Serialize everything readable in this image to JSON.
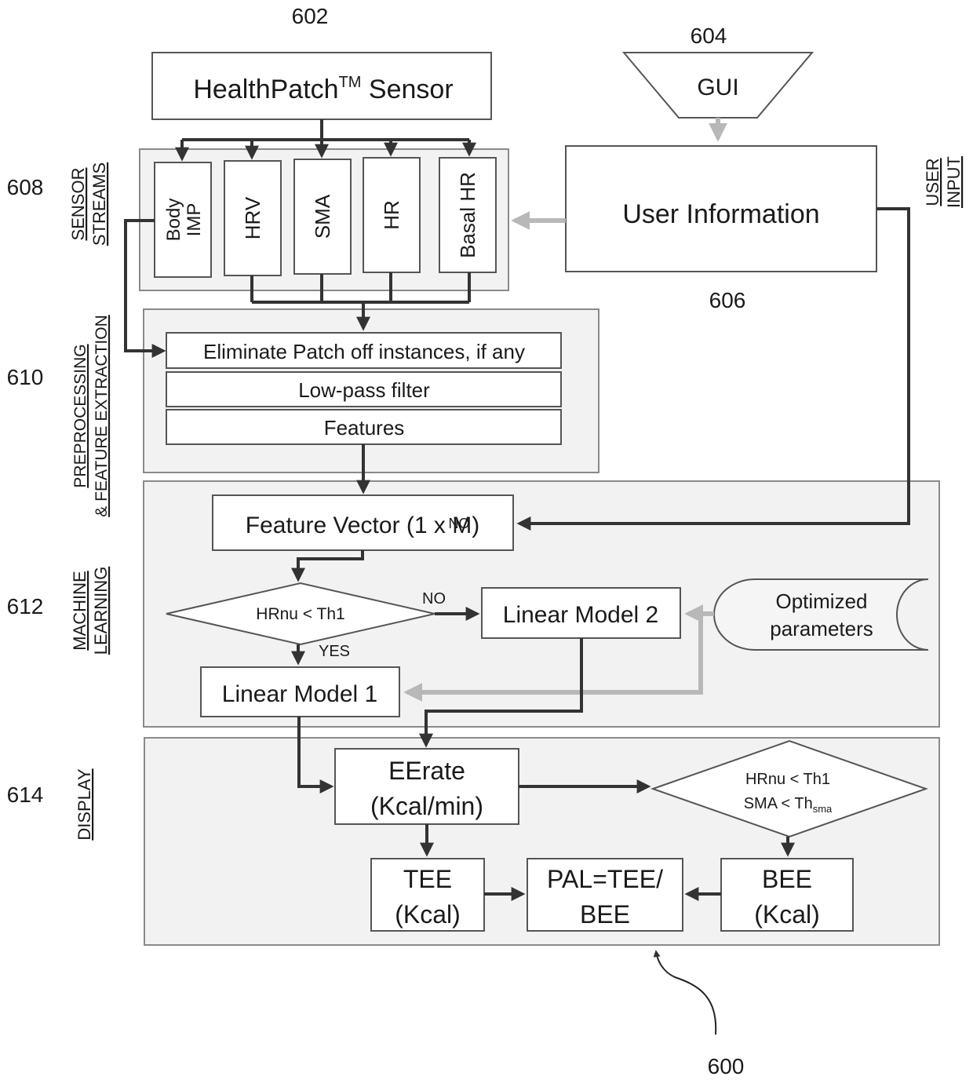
{
  "refs": {
    "r602": "602",
    "r604": "604",
    "r606": "606",
    "r608": "608",
    "r610": "610",
    "r612": "612",
    "r614": "614",
    "r600": "600"
  },
  "side_labels": {
    "sensor_streams": [
      "SENSOR",
      "STREAMS"
    ],
    "preprocessing": [
      "PREPROCESSING",
      "& FEATURE EXTRACTION"
    ],
    "machine_learning": [
      "MACHINE",
      "LEARNING"
    ],
    "display": "DISPLAY",
    "user_input": [
      "USER",
      "INPUT"
    ]
  },
  "sensor": {
    "name": "HealthPatch",
    "tm": "TM",
    "suffix": "Sensor"
  },
  "gui": "GUI",
  "user_info": "User Information",
  "streams": [
    "Body",
    "IMP",
    "HRV",
    "SMA",
    "HR",
    "Basal HR"
  ],
  "preprocess_steps": [
    "Eliminate Patch off instances, if any",
    "Low-pass filter",
    "Features"
  ],
  "feature_vector": "Feature Vector (1 x M)",
  "feature_vector_overlay": "NO",
  "decision1": "HRnu < Th1",
  "no_label": "NO",
  "yes_label": "YES",
  "linear_model_2": "Linear Model 2",
  "linear_model_1": "Linear Model 1",
  "optimized": [
    "Optimized",
    "parameters"
  ],
  "eerate": [
    "EErate",
    "(Kcal/min)"
  ],
  "decision2": {
    "line1": "HRnu < Th1",
    "line2": "SMA < Th",
    "sub": "sma"
  },
  "tee": [
    "TEE",
    "(Kcal)"
  ],
  "pal": [
    "PAL=TEE/",
    "BEE"
  ],
  "bee": [
    "BEE",
    "(Kcal)"
  ]
}
